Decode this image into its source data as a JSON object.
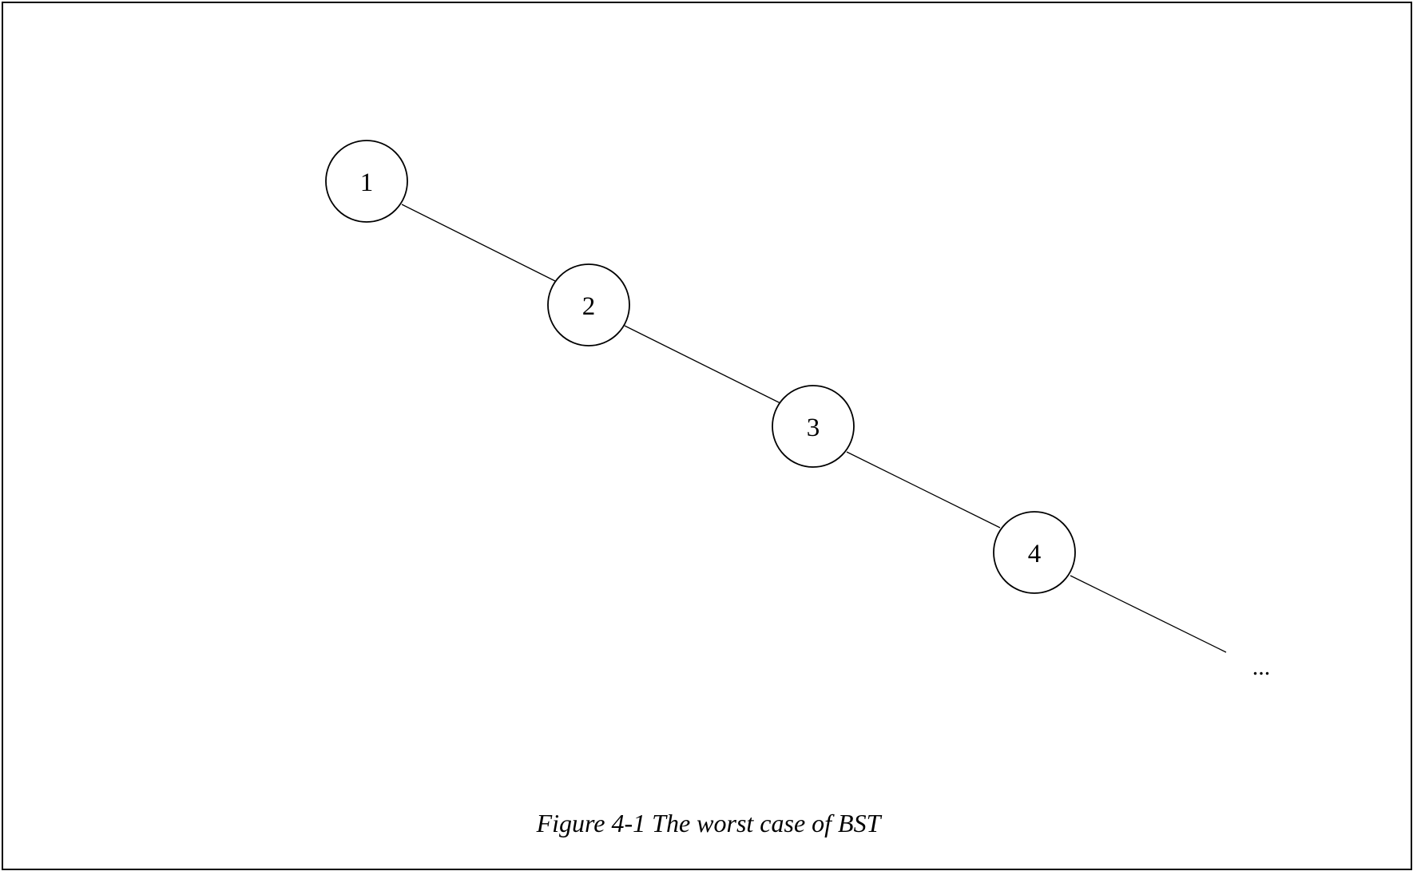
{
  "diagram": {
    "type": "binary-search-tree",
    "nodes": [
      {
        "label": "1"
      },
      {
        "label": "2"
      },
      {
        "label": "3"
      },
      {
        "label": "4"
      }
    ],
    "edges": [
      {
        "from": "1",
        "to": "2"
      },
      {
        "from": "2",
        "to": "3"
      },
      {
        "from": "3",
        "to": "4"
      },
      {
        "from": "4",
        "to": "..."
      }
    ],
    "continuation": "..."
  },
  "caption": "Figure 4-1 The worst case of BST",
  "colors": {
    "stroke": "#000000",
    "background": "#ffffff"
  }
}
